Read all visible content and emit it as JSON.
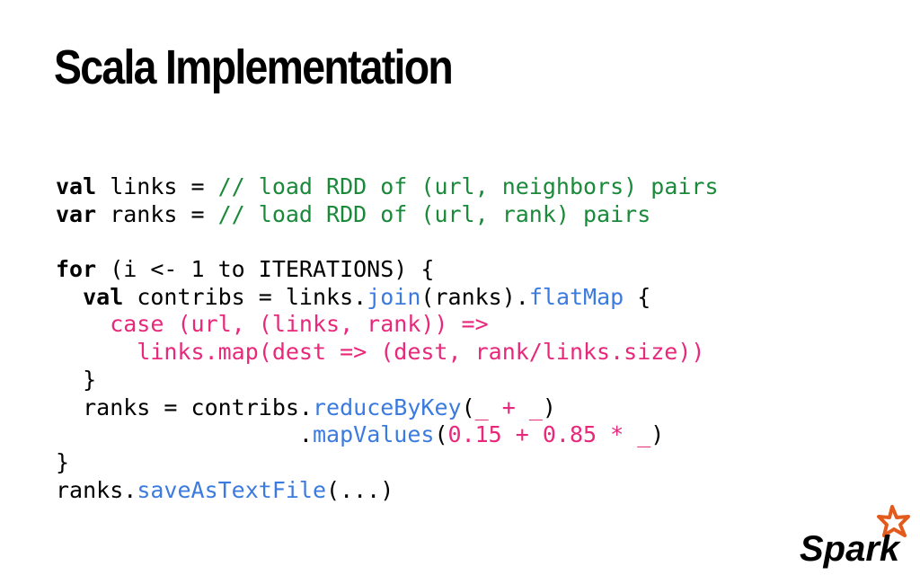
{
  "slide": {
    "title": "Scala Implementation"
  },
  "code": {
    "lines": [
      [
        {
          "t": "val",
          "c": "kw"
        },
        {
          "t": " links = ",
          "c": ""
        },
        {
          "t": "// load RDD of (url, neighbors) pairs",
          "c": "cm"
        }
      ],
      [
        {
          "t": "var",
          "c": "kw"
        },
        {
          "t": " ranks = ",
          "c": ""
        },
        {
          "t": "// load RDD of (url, rank) pairs",
          "c": "cm"
        }
      ],
      [],
      [
        {
          "t": "for",
          "c": "kw"
        },
        {
          "t": " (i <- 1 to ITERATIONS) {",
          "c": ""
        }
      ],
      [
        {
          "t": "  ",
          "c": ""
        },
        {
          "t": "val",
          "c": "kw"
        },
        {
          "t": " contribs = links.",
          "c": ""
        },
        {
          "t": "join",
          "c": "fn"
        },
        {
          "t": "(ranks).",
          "c": ""
        },
        {
          "t": "flatMap",
          "c": "fn"
        },
        {
          "t": " {",
          "c": ""
        }
      ],
      [
        {
          "t": "    case (url, (links, rank)) =>",
          "c": "mg"
        }
      ],
      [
        {
          "t": "      links.map(dest => (dest, rank/links.size))",
          "c": "mg"
        }
      ],
      [
        {
          "t": "  }",
          "c": ""
        }
      ],
      [
        {
          "t": "  ranks = contribs.",
          "c": ""
        },
        {
          "t": "reduceByKey",
          "c": "fn"
        },
        {
          "t": "(",
          "c": ""
        },
        {
          "t": "_ + _",
          "c": "mg"
        },
        {
          "t": ")",
          "c": ""
        }
      ],
      [
        {
          "t": "                  .",
          "c": ""
        },
        {
          "t": "mapValues",
          "c": "fn"
        },
        {
          "t": "(",
          "c": ""
        },
        {
          "t": "0.15 + 0.85 * _",
          "c": "mg"
        },
        {
          "t": ")",
          "c": ""
        }
      ],
      [
        {
          "t": "}",
          "c": ""
        }
      ],
      [
        {
          "t": "ranks.",
          "c": ""
        },
        {
          "t": "saveAsTextFile",
          "c": "fn"
        },
        {
          "t": "(...)",
          "c": ""
        }
      ]
    ]
  },
  "logo": {
    "text": "Spark",
    "icon": "star-icon",
    "colors": {
      "text": "#000000",
      "star": "#e25a1c"
    }
  }
}
